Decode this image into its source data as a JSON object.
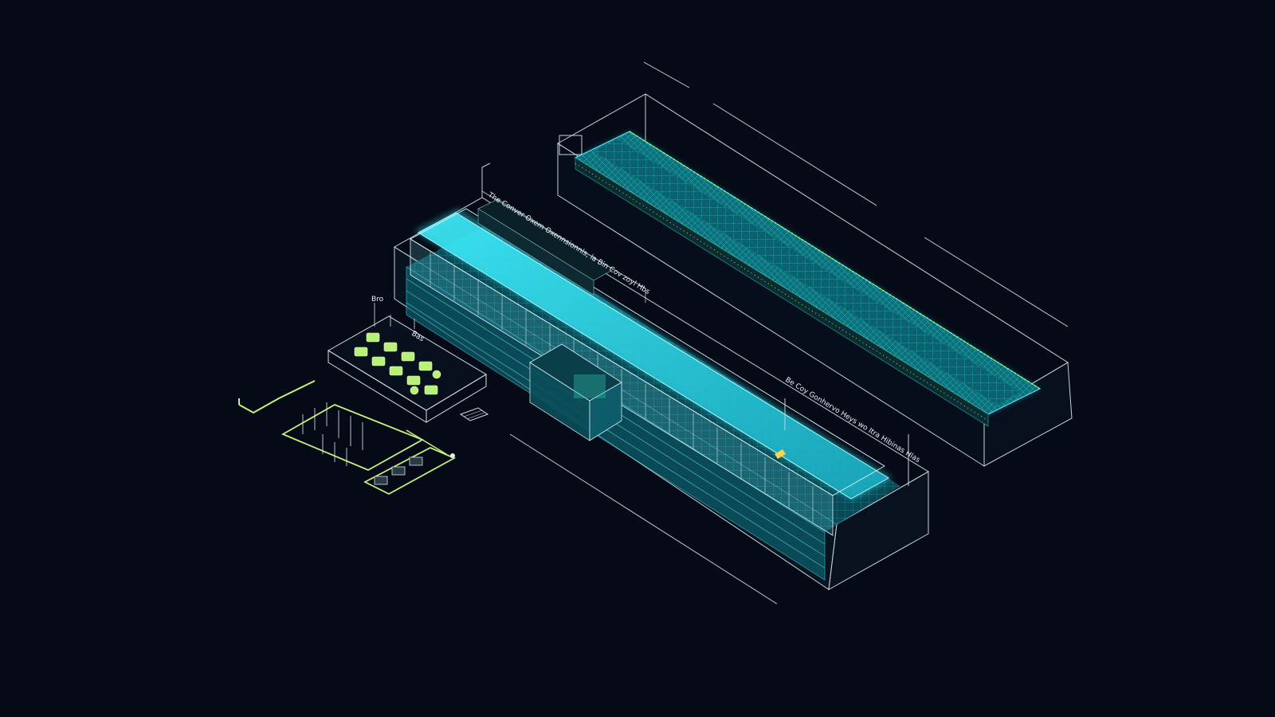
{
  "labels": {
    "annotation_1": "The Conver Oxem Oxennsionnls, la Bin Cov zoyl Hbs",
    "annotation_2": "Be Coy Gonhervo Heys wo Itra Hibinas Hlas",
    "annotation_3": "Bro",
    "annotation_4": "Bas"
  },
  "colors": {
    "background": "#050a16",
    "wireframe": "#d6dde4",
    "cyan_glow": "#2ee0f0",
    "teal_deck": "#16a7b4",
    "mint_green": "#b8f07a",
    "lime_line": "#c6f27c"
  }
}
